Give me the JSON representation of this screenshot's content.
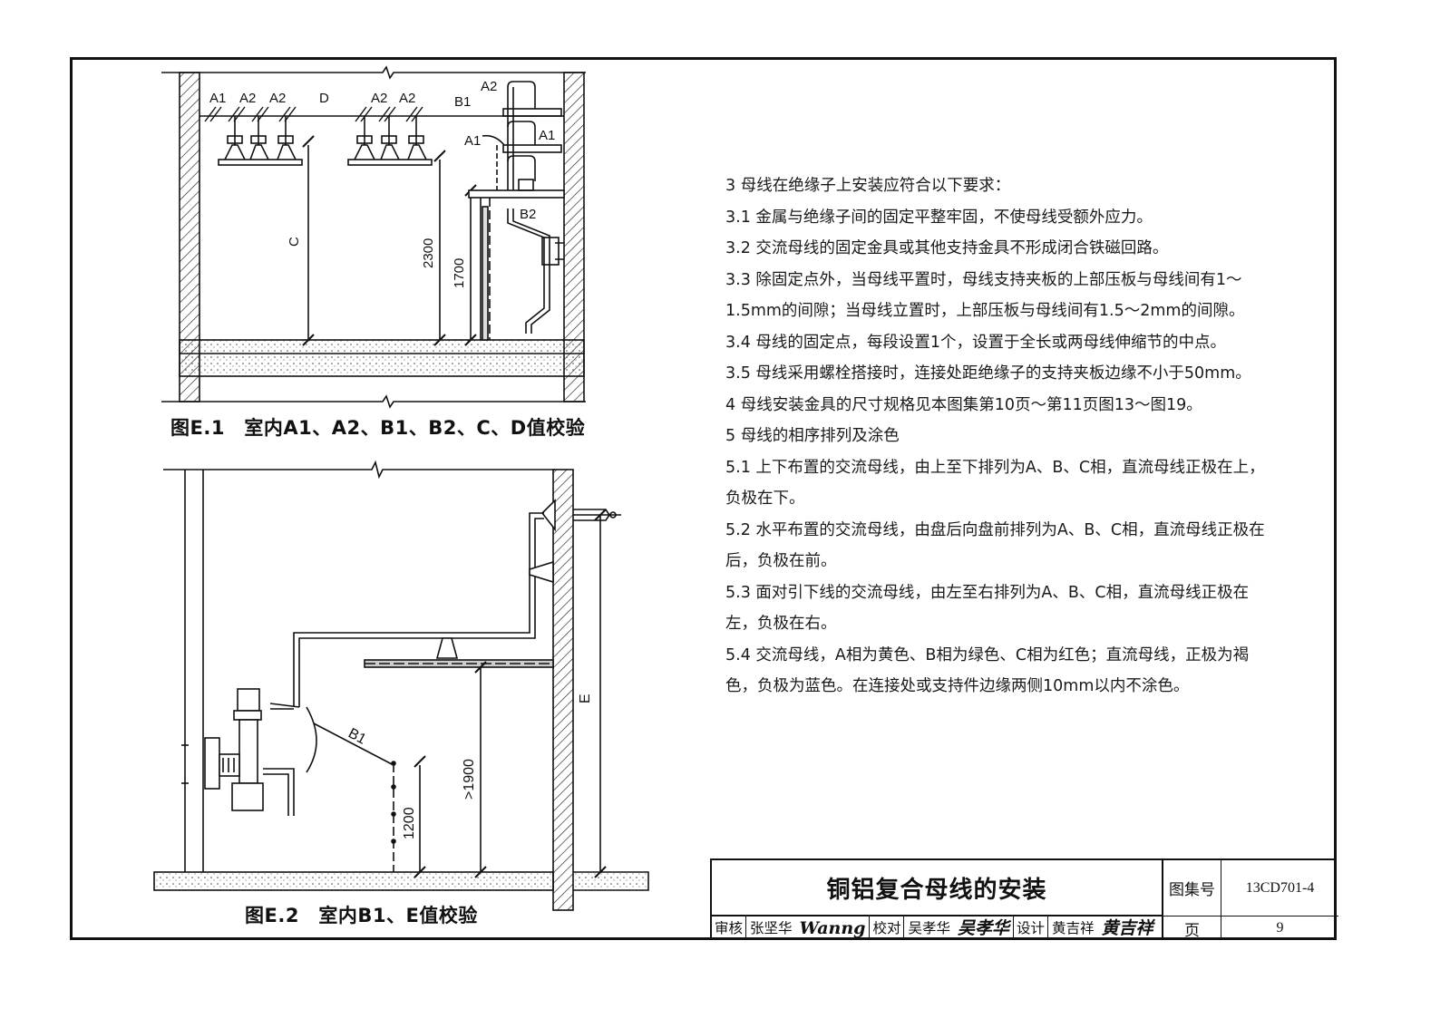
{
  "fig1": {
    "caption": "图E.1　室内A1、A2、B1、B2、C、D值校验",
    "labels": {
      "a1": "A1",
      "a2": "A2",
      "d": "D",
      "b1": "B1",
      "b2": "B2",
      "c": "C",
      "dim2300": "2300",
      "dim1700": "1700"
    }
  },
  "fig2": {
    "caption": "图E.2　室内B1、E值校验",
    "labels": {
      "b1": "B1",
      "e": "E",
      "dim1900": ">1900",
      "dim1200": "1200"
    }
  },
  "notes": [
    "3  母线在绝缘子上安装应符合以下要求：",
    "3.1  金属与绝缘子间的固定平整牢固，不使母线受额外应力。",
    "3.2  交流母线的固定金具或其他支持金具不形成闭合铁磁回路。",
    "3.3  除固定点外，当母线平置时，母线支持夹板的上部压板与母线间有1～",
    "1.5mm的间隙；当母线立置时，上部压板与母线间有1.5～2mm的间隙。",
    "3.4  母线的固定点，每段设置1个，设置于全长或两母线伸缩节的中点。",
    "3.5  母线采用螺栓搭接时，连接处距绝缘子的支持夹板边缘不小于50mm。",
    "4  母线安装金具的尺寸规格见本图集第10页～第11页图13～图19。",
    "5  母线的相序排列及涂色",
    "5.1  上下布置的交流母线，由上至下排列为A、B、C相，直流母线正极在上，",
    "负极在下。",
    "5.2  水平布置的交流母线，由盘后向盘前排列为A、B、C相，直流母线正极在",
    "后，负极在前。",
    "5.3  面对引下线的交流母线，由左至右排列为A、B、C相，直流母线正极在",
    "左，负极在右。",
    "5.4  交流母线，A相为黄色、B相为绿色、C相为红色；直流母线，正极为褐",
    "色，负极为蓝色。在连接处或支持件边缘两侧10mm以内不涂色。"
  ],
  "titleblock": {
    "title": "铜铝复合母线的安装",
    "atlas_label": "图集号",
    "atlas_no": "13CD701-4",
    "page_label": "页",
    "page_no": "9",
    "review_label": "审核",
    "review_name": "张坚华",
    "review_sig": "Wanng",
    "check_label": "校对",
    "check_name": "吴孝华",
    "check_sig": "吴孝华",
    "design_label": "设计",
    "design_name": "黄吉祥",
    "design_sig": "黄吉祥"
  }
}
